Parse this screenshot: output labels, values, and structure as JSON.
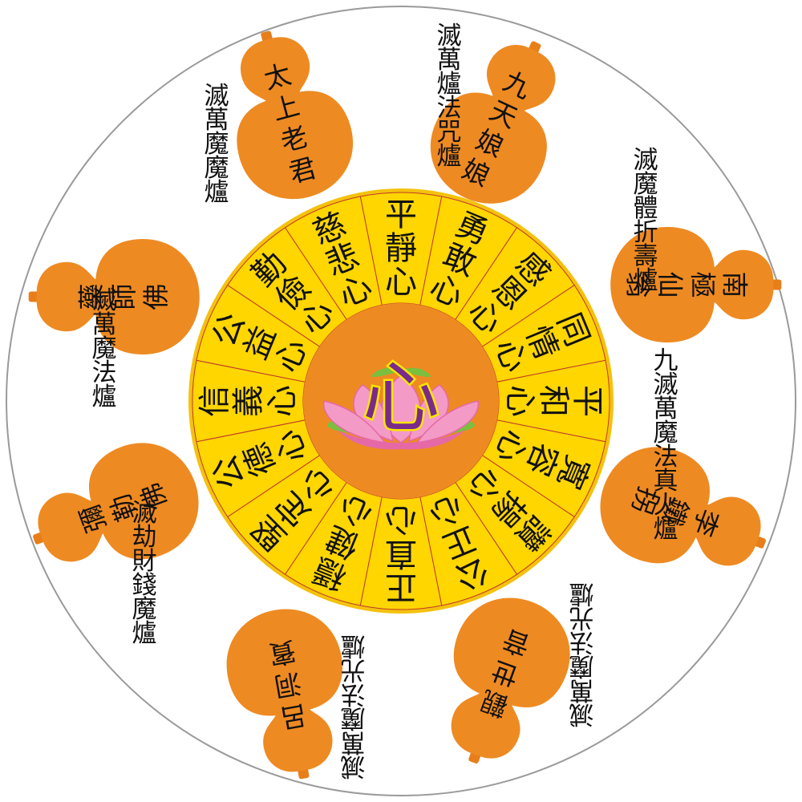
{
  "colors": {
    "outer_ring_fill": "#ffffff",
    "outer_ring_stroke": "#9a9a9a",
    "wheel_bg": "#f4c20d",
    "segment_fill": "#ffd600",
    "segment_line": "#c0392b",
    "hub": "#ee8a22",
    "gourd": "#ee8a22",
    "gourd_stem": "#e87e1a",
    "lotus_pink": "#f49ac7",
    "lotus_deep": "#e569a6",
    "lotus_leaf": "#7bbf3f",
    "center_glyph": "#7a2a8c",
    "center_glyph_outline": "#f7e600"
  },
  "center": {
    "glyph": "心",
    "icon": "lotus-icon"
  },
  "segments": [
    {
      "label": "平靜心"
    },
    {
      "label": "勇敢心"
    },
    {
      "label": "感恩心"
    },
    {
      "label": "同情心"
    },
    {
      "label": "平和心"
    },
    {
      "label": "寬容心"
    },
    {
      "label": "讚揚心"
    },
    {
      "label": "公正心"
    },
    {
      "label": "正直心"
    },
    {
      "label": "穩健心"
    },
    {
      "label": "堅定心"
    },
    {
      "label": "公德心"
    },
    {
      "label": "信義心"
    },
    {
      "label": "公益心"
    },
    {
      "label": "勤儉心"
    },
    {
      "label": "慈悲心"
    }
  ],
  "deities": [
    {
      "name": "九天娘娘",
      "caption": "滅萬爐法咒爐"
    },
    {
      "name": "南極仙翁",
      "caption": "滅魔體折壽爐"
    },
    {
      "name": "李鐵拐",
      "caption": "九滅萬魔法真火爐"
    },
    {
      "name": "觀世音",
      "caption": "滅萬魔法光爐"
    },
    {
      "name": "呂洞賓",
      "caption": "滅萬魔法光爐"
    },
    {
      "name": "彌勒佛",
      "caption": "滅劫財錢魔爐"
    },
    {
      "name": "藥師佛",
      "caption": "滅萬魔法爐"
    },
    {
      "name": "太上老君",
      "caption": "滅萬魔魔爐"
    }
  ]
}
